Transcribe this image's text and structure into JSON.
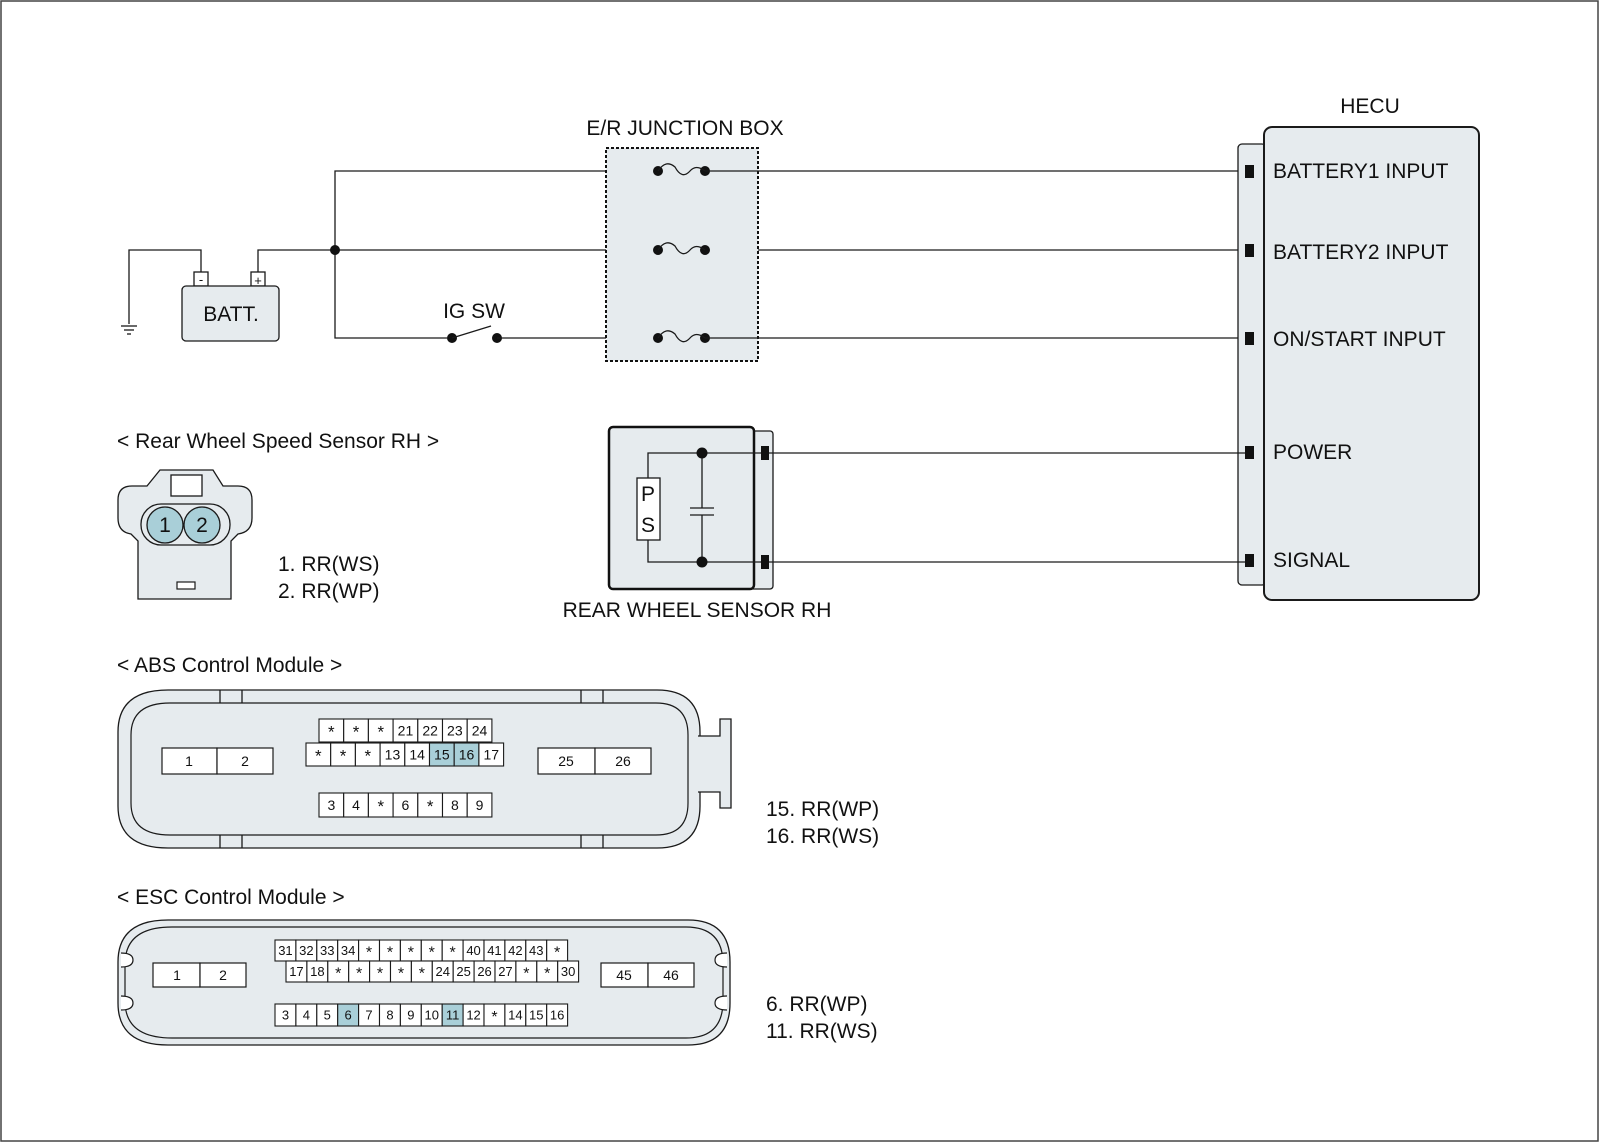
{
  "junction_box": {
    "title": "E/R JUNCTION BOX"
  },
  "battery": {
    "label": "BATT.",
    "neg": "-",
    "pos": "+"
  },
  "ig_switch": {
    "label": "IG SW"
  },
  "hecu": {
    "title": "HECU",
    "pins": [
      "BATTERY1 INPUT",
      "BATTERY2 INPUT",
      "ON/START INPUT",
      "POWER",
      "SIGNAL"
    ]
  },
  "rear_sensor": {
    "title": "REAR WHEEL SENSOR RH",
    "p": "P",
    "s": "S"
  },
  "sensor_connector": {
    "heading": "< Rear Wheel Speed Sensor RH >",
    "pin1": "1",
    "pin2": "2",
    "legend": [
      "1. RR(WS)",
      "2. RR(WP)"
    ]
  },
  "abs_module": {
    "heading": "< ABS Control Module >",
    "left": [
      "1",
      "2"
    ],
    "right": [
      "25",
      "26"
    ],
    "row1": [
      "*",
      "*",
      "*",
      "21",
      "22",
      "23",
      "24"
    ],
    "row2": [
      "*",
      "*",
      "*",
      "13",
      "14",
      "15",
      "16",
      "17"
    ],
    "row3": [
      "3",
      "4",
      "*",
      "6",
      "*",
      "8",
      "9"
    ],
    "legend": [
      "15. RR(WP)",
      "16. RR(WS)"
    ]
  },
  "esc_module": {
    "heading": "< ESC Control Module >",
    "left": [
      "1",
      "2"
    ],
    "right": [
      "45",
      "46"
    ],
    "row1": [
      "31",
      "32",
      "33",
      "34",
      "*",
      "*",
      "*",
      "*",
      "*",
      "40",
      "41",
      "42",
      "43",
      "*"
    ],
    "row2": [
      "17",
      "18",
      "*",
      "*",
      "*",
      "*",
      "*",
      "24",
      "25",
      "26",
      "27",
      "*",
      "*",
      "30"
    ],
    "row3": [
      "3",
      "4",
      "5",
      "6",
      "7",
      "8",
      "9",
      "10",
      "11",
      "12",
      "*",
      "14",
      "15",
      "16"
    ],
    "legend": [
      "6. RR(WP)",
      "11. RR(WS)"
    ]
  },
  "colors": {
    "panel": "#e6ebee",
    "highlight": "#a9cfd8",
    "line": "#1a1a1a"
  }
}
